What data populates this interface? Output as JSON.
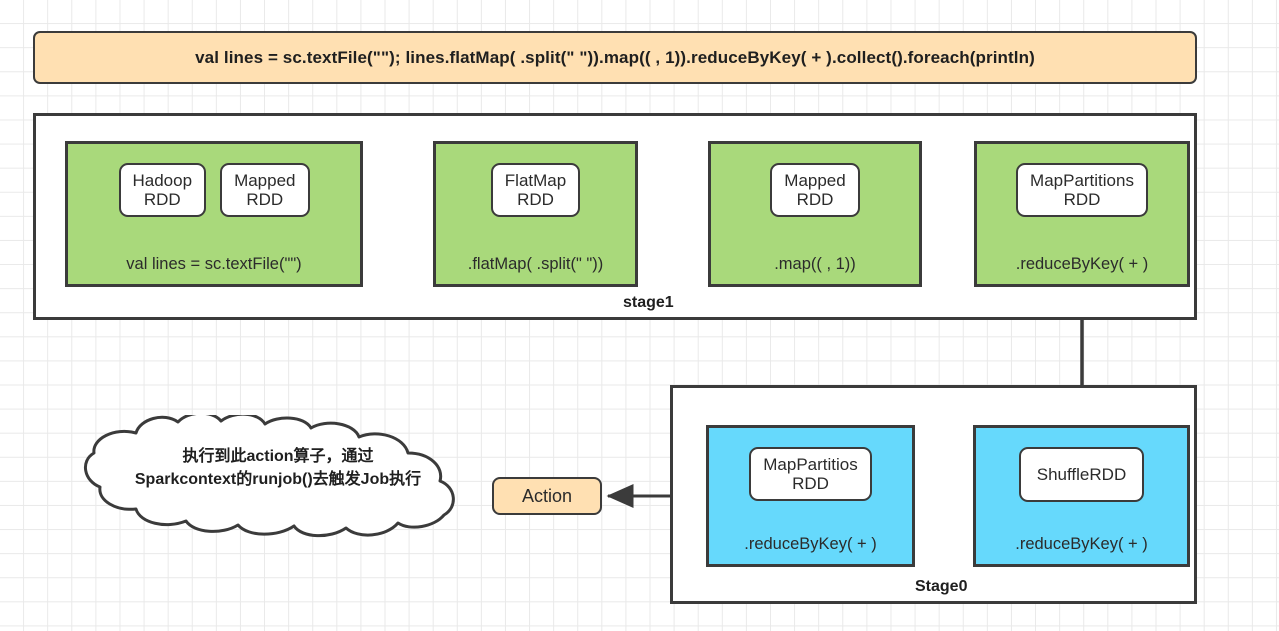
{
  "banner": {
    "code": "val lines = sc.textFile(\"\");  lines.flatMap( .split(\" \")).map(( , 1)).reduceByKey( + ).collect().foreach(println)"
  },
  "stages": {
    "stage1": {
      "label": "stage1",
      "groups": [
        {
          "id": "grp-hadoop",
          "color": "#a9d97b",
          "nodes": [
            {
              "line1": "Hadoop",
              "line2": "RDD"
            },
            {
              "line1": "Mapped",
              "line2": "RDD"
            }
          ],
          "caption": "val lines = sc.textFile(\"\")"
        },
        {
          "id": "grp-flatmap",
          "color": "#a9d97b",
          "nodes": [
            {
              "line1": "FlatMap",
              "line2": "RDD"
            }
          ],
          "caption": ".flatMap( .split(\" \"))"
        },
        {
          "id": "grp-mapped",
          "color": "#a9d97b",
          "nodes": [
            {
              "line1": "Mapped",
              "line2": "RDD"
            }
          ],
          "caption": ".map(( , 1))"
        },
        {
          "id": "grp-mappart",
          "color": "#a9d97b",
          "nodes": [
            {
              "line1": "MapPartitions",
              "line2": "RDD"
            }
          ],
          "caption": ".reduceByKey( + )"
        }
      ]
    },
    "stage0": {
      "label": "Stage0",
      "groups": [
        {
          "id": "grp-mappartios",
          "color": "#66d9fc",
          "nodes": [
            {
              "line1": "MapPartitios",
              "line2": "RDD"
            }
          ],
          "caption": ".reduceByKey( + )"
        },
        {
          "id": "grp-shuffle",
          "color": "#66d9fc",
          "nodes": [
            {
              "line1": "ShuffleRDD",
              "line2": ""
            }
          ],
          "caption": ".reduceByKey( + )"
        }
      ]
    }
  },
  "action": {
    "label": "Action"
  },
  "callout": {
    "line1": "执行到此action算子，通过",
    "line2": "Sparkcontext的runjob()去触发Job执行"
  },
  "colors": {
    "green": "#a9d97b",
    "blue": "#66d9fc",
    "orange": "#ffe0b2",
    "stroke": "#3b3b3b",
    "grid": "#e9e9e9",
    "background": "#ffffff"
  }
}
